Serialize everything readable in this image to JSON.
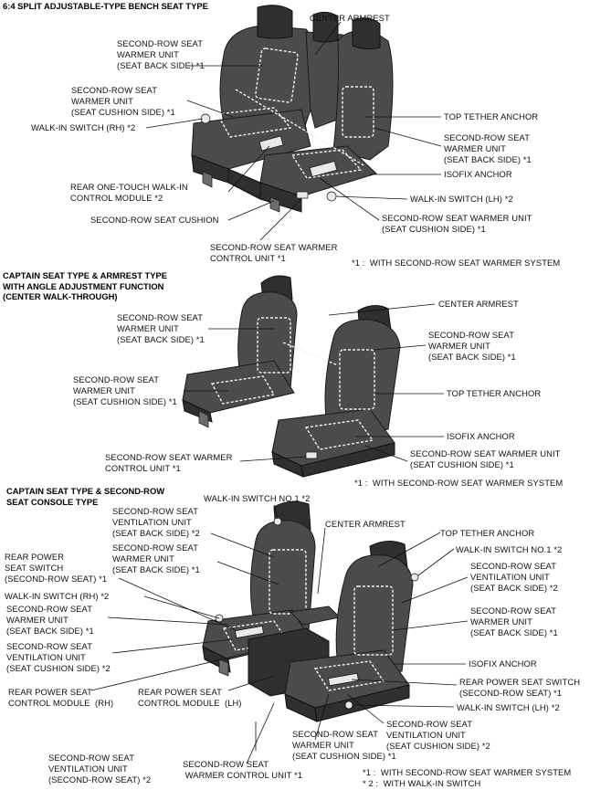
{
  "sections": [
    {
      "title": "6:4 SPLIT ADJUSTABLE-TYPE BENCH SEAT TYPE",
      "labels": [
        "CENTER ARMREST",
        "SECOND-ROW SEAT\nWARMER UNIT\n(SEAT BACK SIDE) *1",
        "SECOND-ROW SEAT\nWARMER UNIT\n(SEAT CUSHION SIDE) *1",
        "WALK-IN SWITCH (RH) *2",
        "TOP TETHER ANCHOR",
        "SECOND-ROW SEAT\nWARMER UNIT\n(SEAT BACK SIDE) *1",
        "ISOFIX ANCHOR",
        "REAR ONE-TOUCH WALK-IN\nCONTROL MODULE *2",
        "WALK-IN SWITCH (LH) *2",
        "SECOND-ROW SEAT CUSHION",
        "SECOND-ROW SEAT WARMER UNIT\n(SEAT CUSHION SIDE) *1",
        "SECOND-ROW SEAT WARMER\nCONTROL UNIT *1"
      ],
      "notes": [
        "*1 :  WITH SECOND-ROW SEAT WARMER SYSTEM"
      ]
    },
    {
      "title": "CAPTAIN SEAT TYPE & ARMREST TYPE\nWITH ANGLE ADJUSTMENT FUNCTION\n(CENTER WALK-THROUGH)",
      "labels": [
        "CENTER ARMREST",
        "SECOND-ROW SEAT\nWARMER UNIT\n(SEAT BACK SIDE) *1",
        "SECOND-ROW SEAT\nWARMER UNIT\n(SEAT BACK SIDE) *1",
        "SECOND-ROW SEAT\nWARMER UNIT\n(SEAT CUSHION SIDE) *1",
        "TOP TETHER ANCHOR",
        "ISOFIX ANCHOR",
        "SECOND-ROW SEAT WARMER\nCONTROL UNIT *1",
        "SECOND-ROW SEAT WARMER UNIT\n(SEAT CUSHION SIDE) *1"
      ],
      "notes": [
        "*1 :  WITH SECOND-ROW SEAT WARMER SYSTEM"
      ]
    },
    {
      "title": "CAPTAIN SEAT TYPE & SECOND-ROW\nSEAT CONSOLE TYPE",
      "labels": [
        "WALK-IN SWITCH NO.1 *2",
        "SECOND-ROW SEAT\nVENTILATION UNIT\n(SEAT BACK SIDE) *2",
        "CENTER ARMREST",
        "TOP TETHER ANCHOR",
        "SECOND-ROW SEAT\nWARMER UNIT\n(SEAT BACK SIDE) *1",
        "WALK-IN SWITCH NO.1 *2",
        "REAR POWER\nSEAT SWITCH\n(SECOND-ROW SEAT) *1",
        "SECOND-ROW SEAT\nVENTILATION UNIT\n(SEAT BACK SIDE) *2",
        "WALK-IN SWITCH (RH) *2",
        "SECOND-ROW SEAT\nWARMER UNIT\n(SEAT BACK SIDE) *1",
        "SECOND-ROW SEAT\nWARMER UNIT\n(SEAT BACK SIDE) *1",
        "SECOND-ROW SEAT\nVENTILATION UNIT\n(SEAT CUSHION SIDE) *2",
        "ISOFIX ANCHOR",
        "REAR POWER SEAT\nCONTROL MODULE  (RH)",
        "REAR POWER SEAT\nCONTROL MODULE  (LH)",
        "REAR POWER SEAT SWITCH\n(SECOND-ROW SEAT) *1",
        "WALK-IN SWITCH (LH) *2",
        "SECOND-ROW SEAT\nVENTILATION UNIT\n(SEAT CUSHION SIDE) *2",
        "SECOND-ROW SEAT\nWARMER UNIT\n(SEAT CUSHION SIDE) *1",
        "SECOND-ROW SEAT\nVENTILATION UNIT\n(SECOND-ROW SEAT) *2",
        "SECOND-ROW SEAT\n WARMER CONTROL UNIT *1"
      ],
      "notes": [
        "*1 :  WITH SECOND-ROW SEAT WARMER SYSTEM",
        "* 2 :  WITH WALK-IN SWITCH"
      ]
    }
  ]
}
